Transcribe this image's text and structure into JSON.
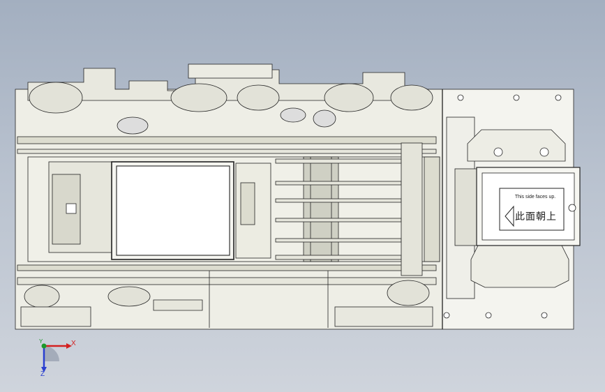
{
  "app": {
    "title": ""
  },
  "viewport": {
    "background_top": "#a3afc0",
    "background_bottom": "#cfd4dc",
    "model_fill": "#f1f2ea",
    "model_stroke": "#222222",
    "model_shade": "#c9cabd"
  },
  "label": {
    "english": "This side faces up.",
    "chinese": "此面朝上",
    "arrow_icon": "arrow-left-icon"
  },
  "triad": {
    "x_label": "X",
    "y_label": "Y",
    "z_label": "Z",
    "x_color": "#d32020",
    "y_color": "#1c9a2a",
    "z_color": "#2a3fd0"
  }
}
